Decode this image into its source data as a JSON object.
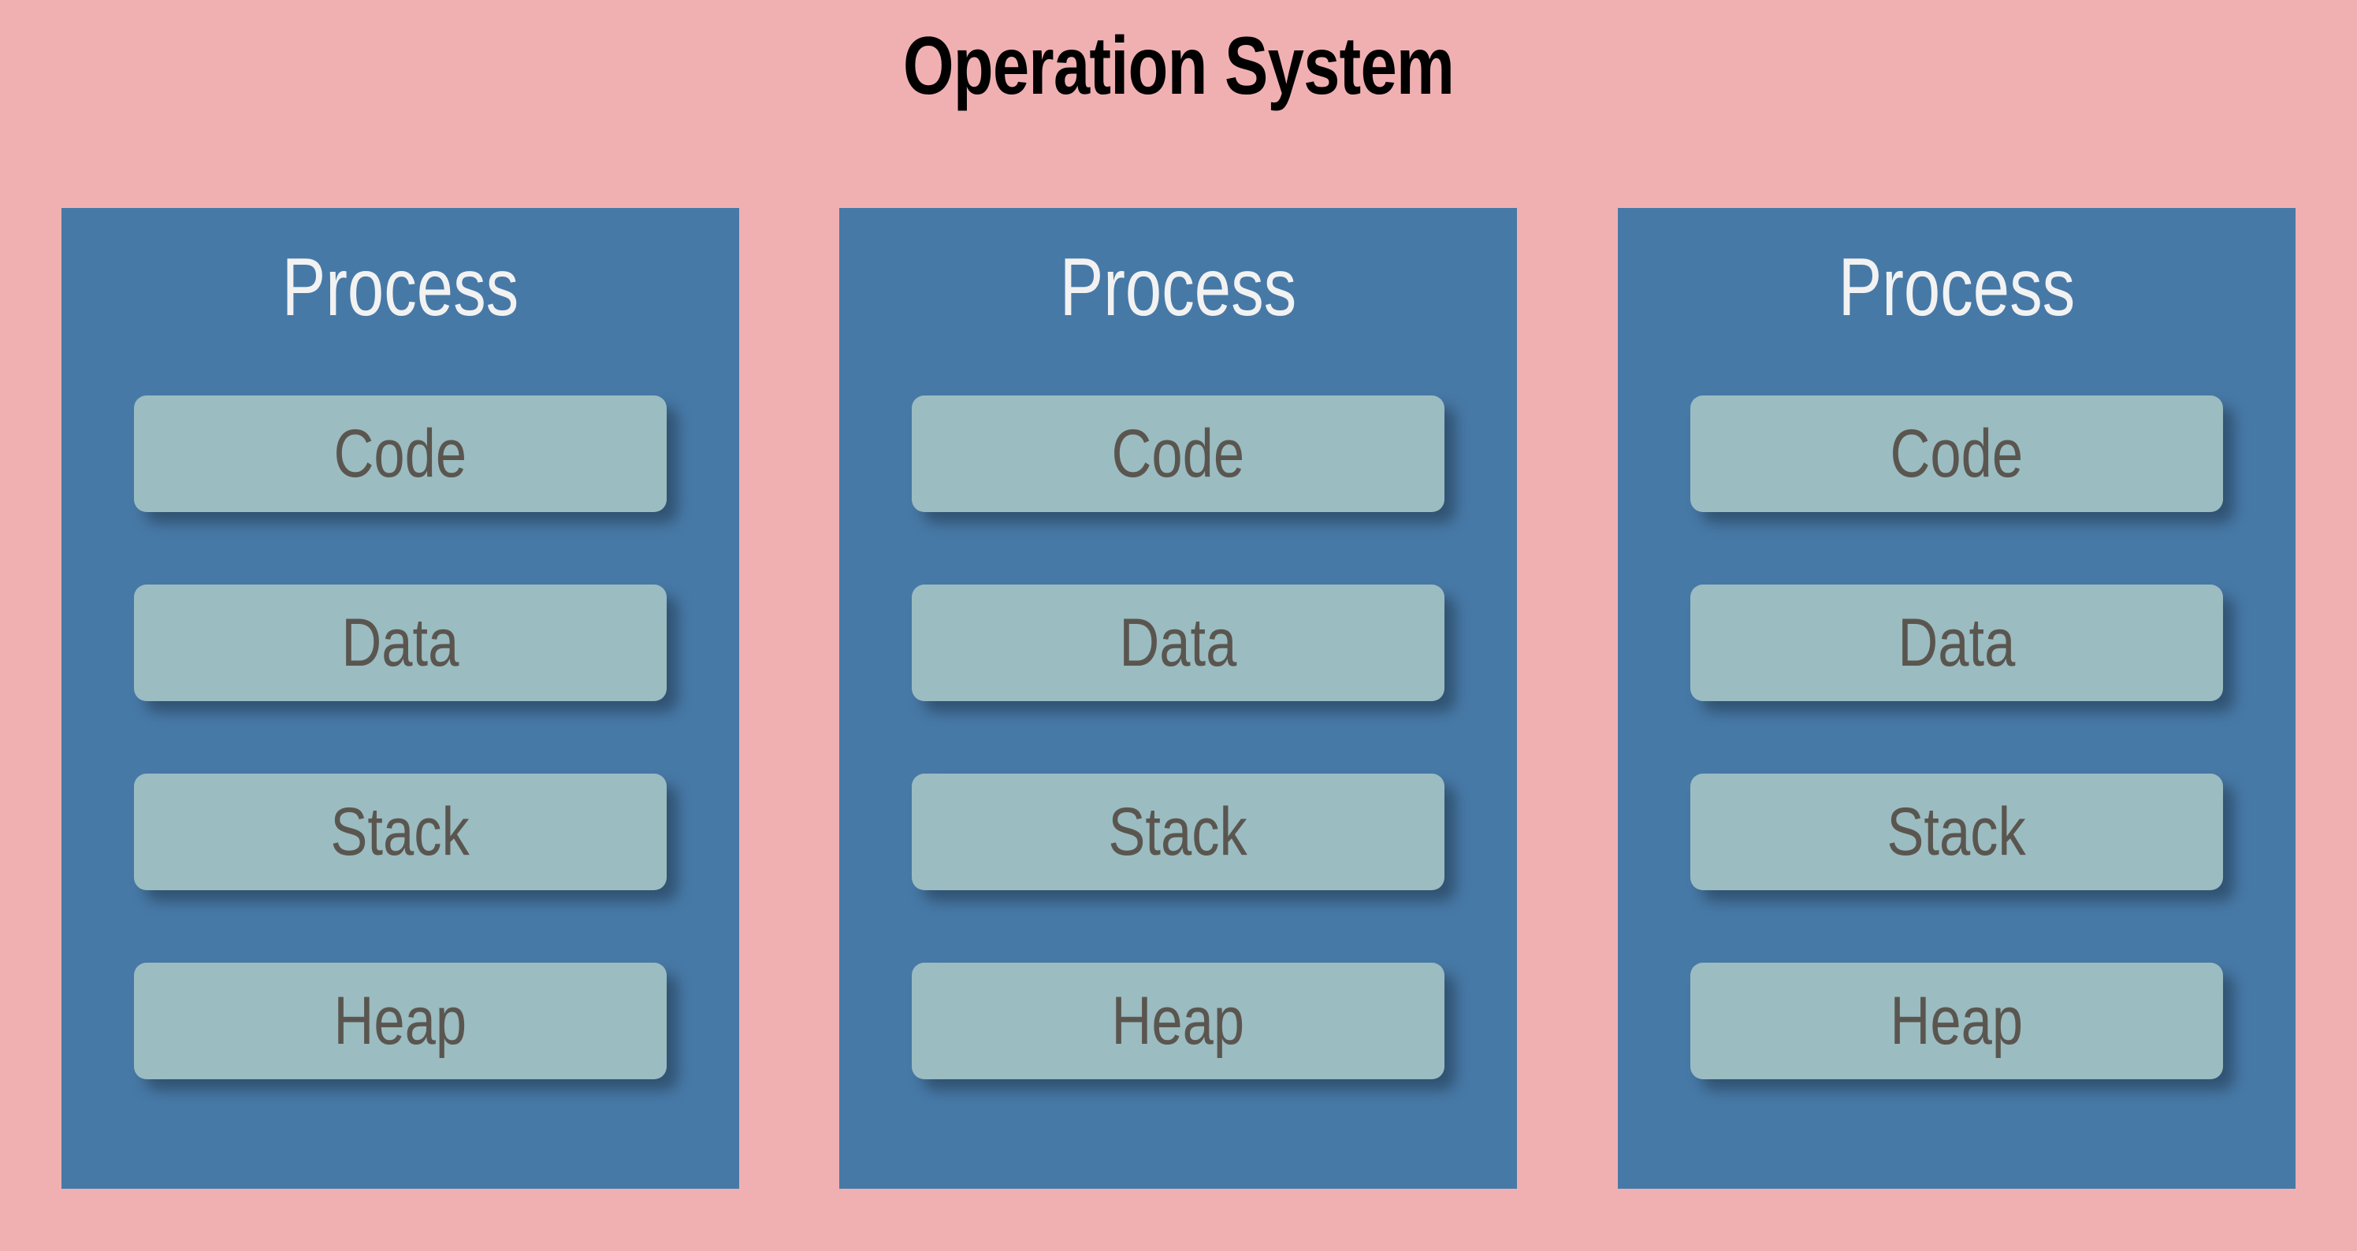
{
  "diagram": {
    "title": "Operation System",
    "background_color": "#f0b0b2",
    "process_color": "#4779a7",
    "segment_color": "#9bbcc1",
    "title_color": "#000000",
    "process_title_color": "#f2f2f2",
    "segment_label_color": "#5a564f",
    "processes": [
      {
        "title": "Process",
        "segments": [
          {
            "label": "Code"
          },
          {
            "label": "Data"
          },
          {
            "label": "Stack"
          },
          {
            "label": "Heap"
          }
        ]
      },
      {
        "title": "Process",
        "segments": [
          {
            "label": "Code"
          },
          {
            "label": "Data"
          },
          {
            "label": "Stack"
          },
          {
            "label": "Heap"
          }
        ]
      },
      {
        "title": "Process",
        "segments": [
          {
            "label": "Code"
          },
          {
            "label": "Data"
          },
          {
            "label": "Stack"
          },
          {
            "label": "Heap"
          }
        ]
      }
    ]
  }
}
